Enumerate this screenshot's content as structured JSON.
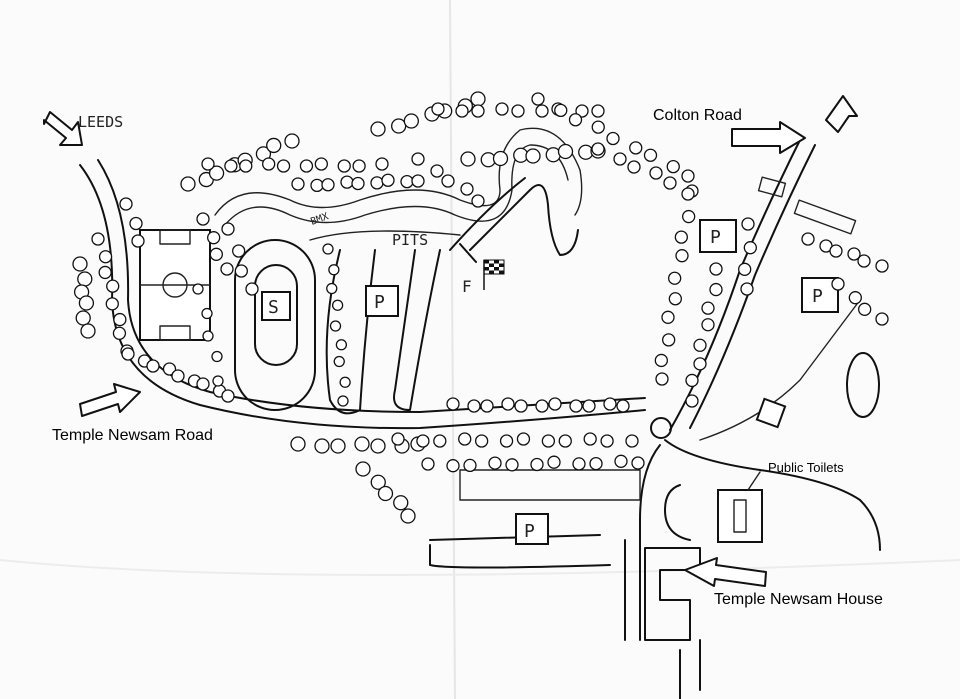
{
  "labels": {
    "leeds": "LEEDS",
    "colton_road": "Colton Road",
    "temple_newsam_road": "Temple Newsam Road",
    "temple_newsam_house": "Temple Newsam House",
    "public_toilets": "Public Toilets",
    "pits": "PITS",
    "bmx": "BMX",
    "finish": "F"
  },
  "markers": {
    "parking": "P",
    "stadium": "S"
  },
  "icons": {
    "finish_flag": "checkered-flag-icon",
    "direction_arrow": "open-arrow-icon"
  }
}
